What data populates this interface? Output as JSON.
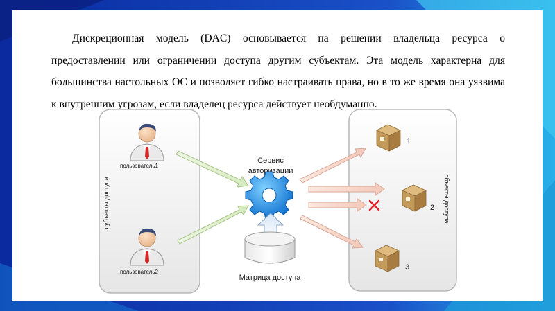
{
  "paragraph": "Дискреционная модель (DAC) основывается на решении владельца ресурса о предоставлении или ограничении доступа другим субъектам. Эта модель характерна для большинства настольных ОС и позволяет гибко настраивать права, но в то же время она уязвима к внутренним угрозам, если владелец ресурса действует необдуманно.",
  "diagram": {
    "subjects_group_label": "субъекты доступа",
    "objects_group_label": "объекты доступа",
    "user1_label": "пользователь1",
    "user2_label": "пользователь2",
    "service_label_line1": "Сервис",
    "service_label_line2": "авторизации",
    "matrix_label": "Матрица доступа",
    "object1_label": "1",
    "object2_label": "2",
    "object3_label": "3"
  },
  "colors": {
    "frame_blue": "#0d2fa8",
    "frame_cyan": "#1aa7e0",
    "gear_blue": "#1a8fe0",
    "deny_red": "#e0202a",
    "box_tan": "#c49a5a"
  }
}
